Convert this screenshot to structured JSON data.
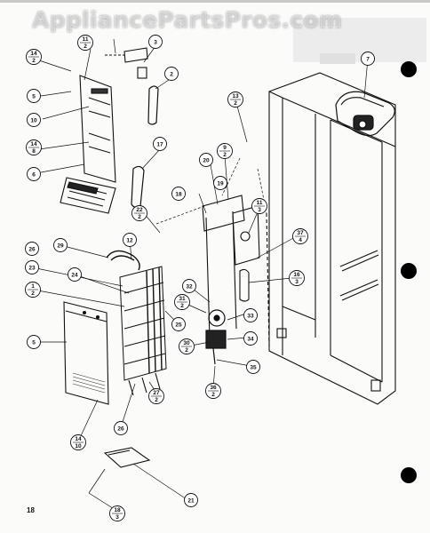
{
  "watermark": "AppliancePartsPros.com",
  "page_number": "18",
  "callouts": {
    "c7": "7",
    "c3": "3",
    "c2": "2",
    "c17": "17",
    "c20": "20",
    "c19": "19",
    "c18": "18",
    "c12": "12",
    "c29": "29",
    "c26a": "26",
    "c23": "23",
    "c24": "24",
    "c25": "25",
    "c32": "32",
    "c33": "33",
    "c34": "34",
    "c35": "35",
    "c26b": "26",
    "c21": "21",
    "c5a": "5",
    "c10": "10",
    "c6": "6",
    "c5b": "5"
  },
  "fractions": {
    "f14_2": {
      "num": "14",
      "den": "2"
    },
    "f11_2": {
      "num": "11",
      "den": "2"
    },
    "f13_2": {
      "num": "13",
      "den": "2"
    },
    "f14_8": {
      "num": "14",
      "den": "8"
    },
    "f9_2": {
      "num": "9",
      "den": "2"
    },
    "f11_3": {
      "num": "11",
      "den": "3"
    },
    "f37_4": {
      "num": "37",
      "den": "4"
    },
    "f22_2": {
      "num": "22",
      "den": "2"
    },
    "f16_3": {
      "num": "16",
      "den": "3"
    },
    "f1_2": {
      "num": "1",
      "den": "2"
    },
    "f31_2": {
      "num": "31",
      "den": "2"
    },
    "f30_2": {
      "num": "30",
      "den": "2"
    },
    "f36_2": {
      "num": "36",
      "den": "2"
    },
    "f27_2": {
      "num": "27",
      "den": "2"
    },
    "f14_10": {
      "num": "14",
      "den": "10"
    },
    "f18_3": {
      "num": "18",
      "den": "3"
    }
  }
}
